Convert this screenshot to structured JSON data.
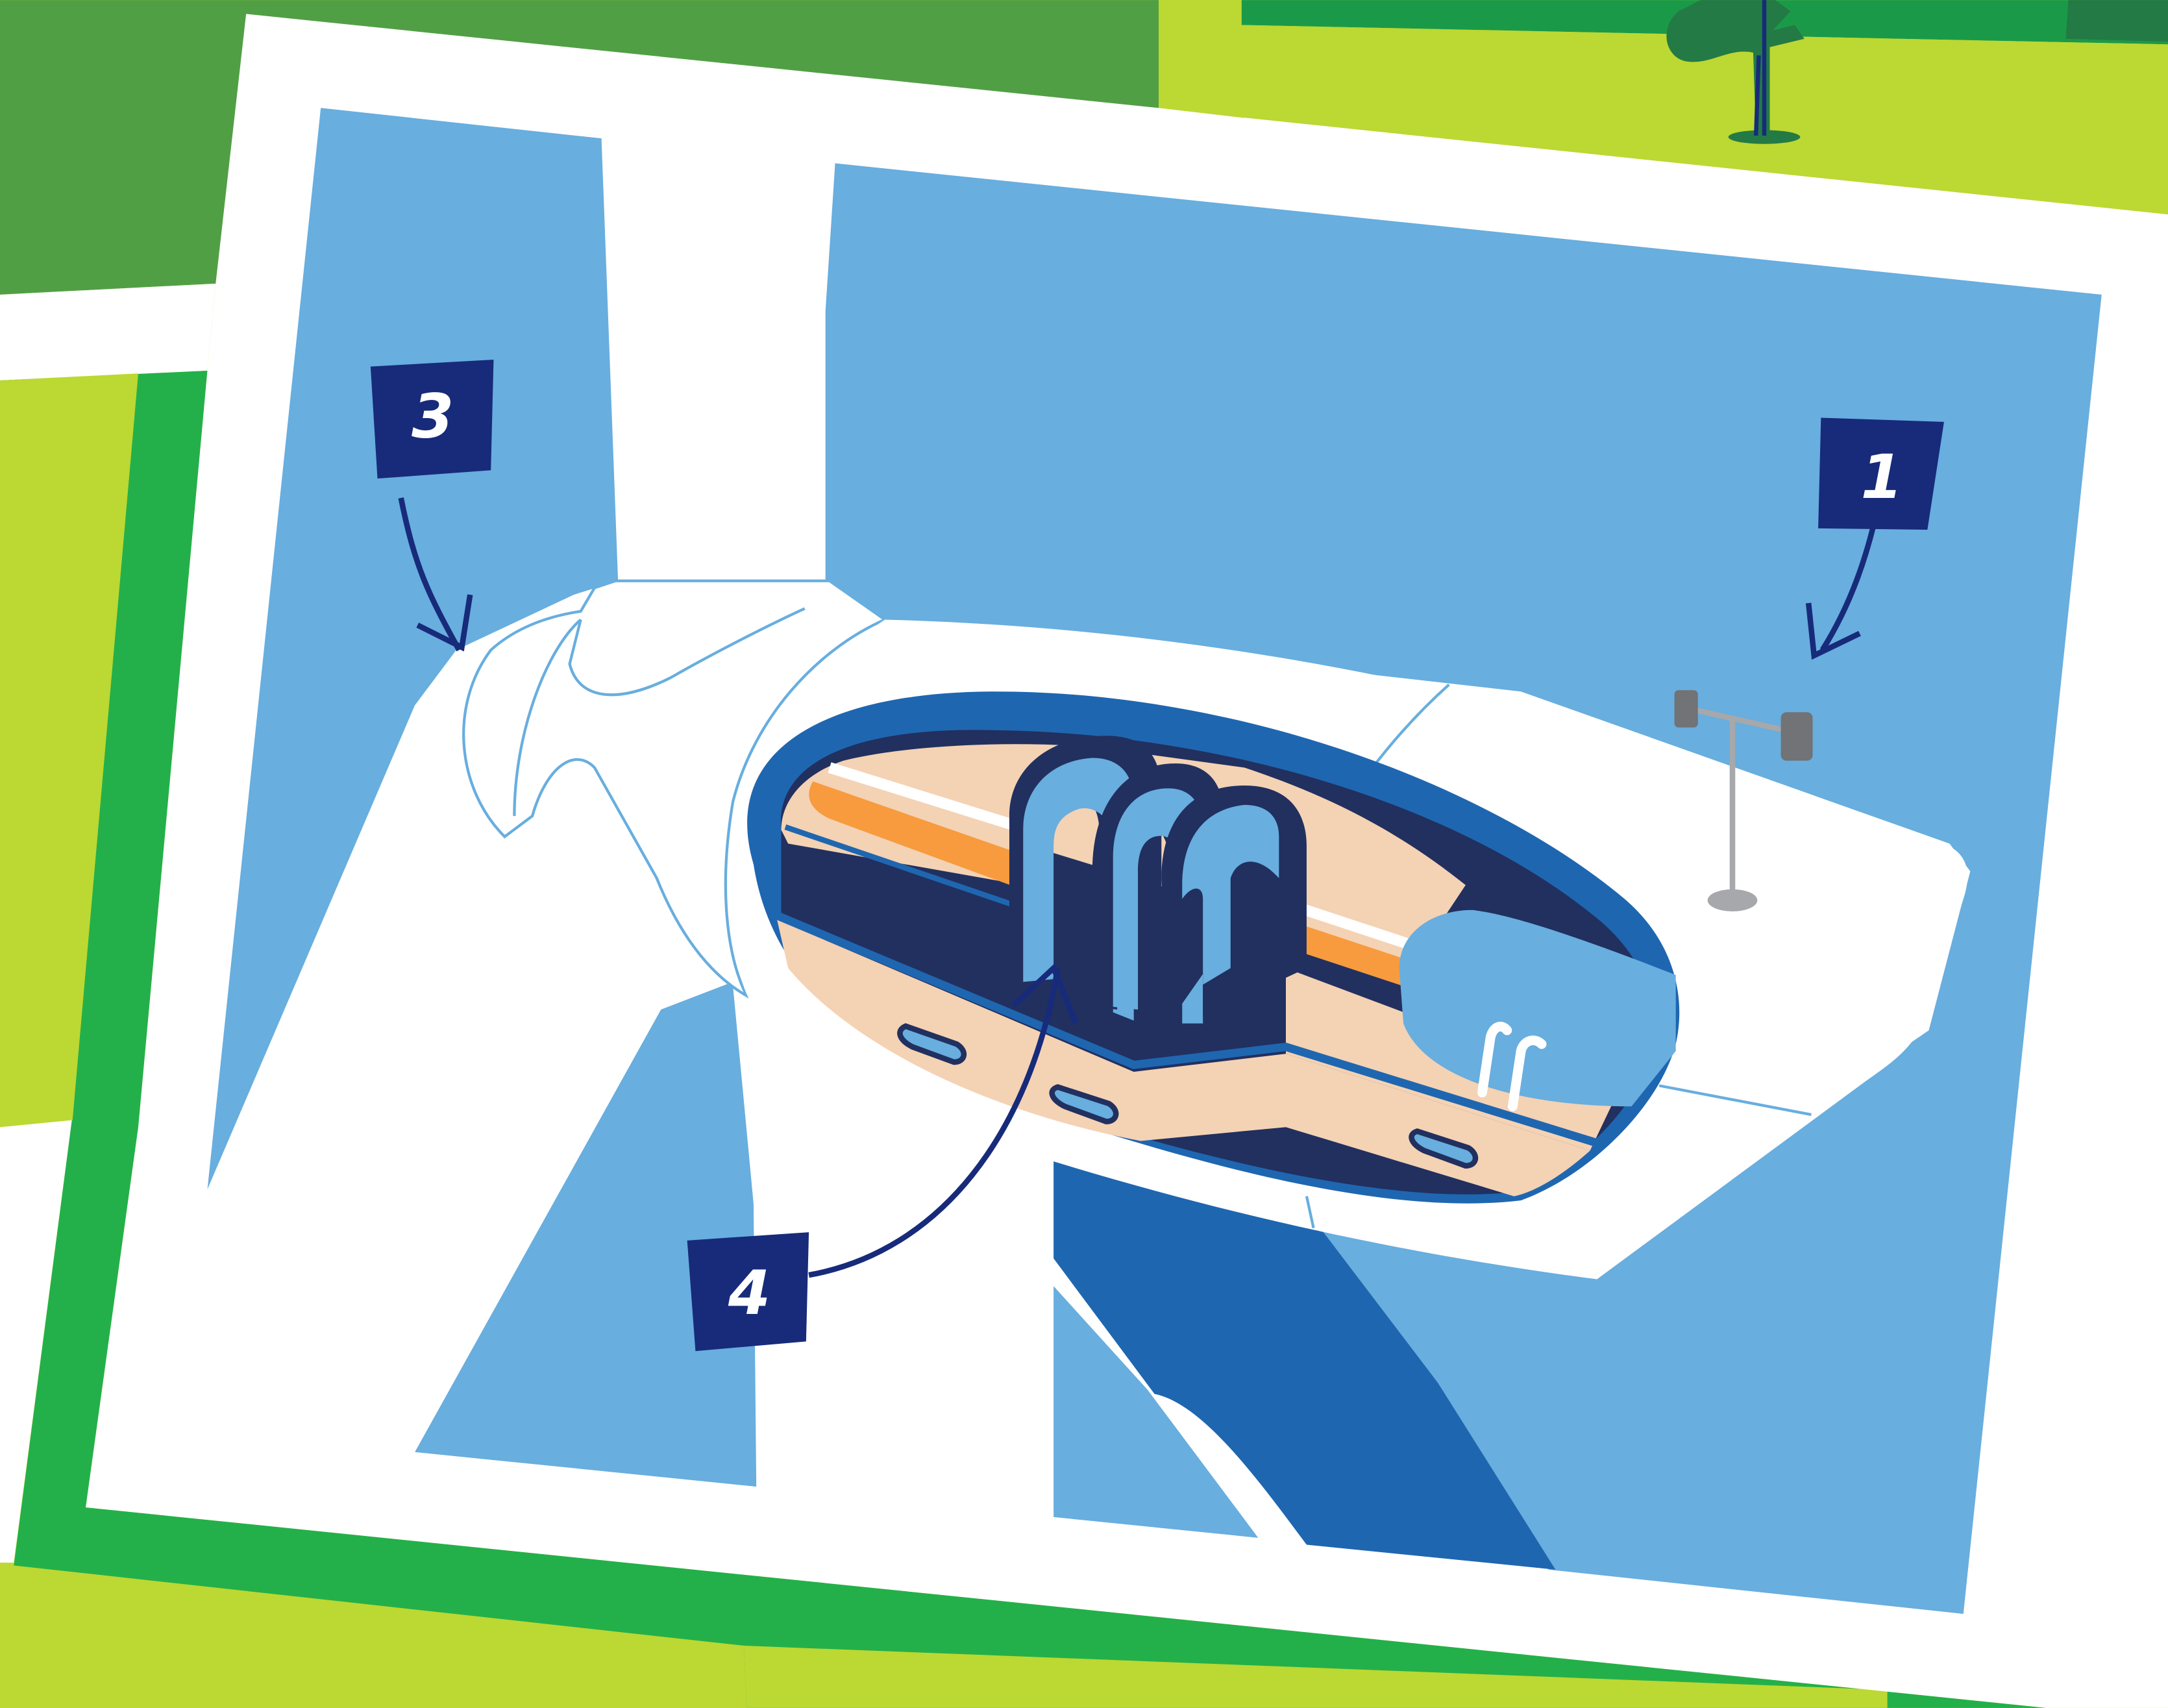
{
  "callouts": [
    {
      "id": "callout-1",
      "label": "1"
    },
    {
      "id": "callout-3",
      "label": "3"
    },
    {
      "id": "callout-4",
      "label": "4"
    }
  ],
  "colors": {
    "sky_blue": "#68aedf",
    "deep_blue": "#1f66b0",
    "navy": "#172b7a",
    "navy_dark": "#21305f",
    "orange": "#f79b3e",
    "peach": "#f4d2b4",
    "white": "#ffffff",
    "grass_lime": "#bcd832",
    "grass_green": "#23b04a",
    "grass_dark": "#519f45",
    "grass_mid": "#1a9a48",
    "sensor_grey": "#717377",
    "pole_grey": "#a6a8ab"
  },
  "icons": {
    "anemometer": "wind-sensor-icon",
    "tree": "tree-icon"
  }
}
